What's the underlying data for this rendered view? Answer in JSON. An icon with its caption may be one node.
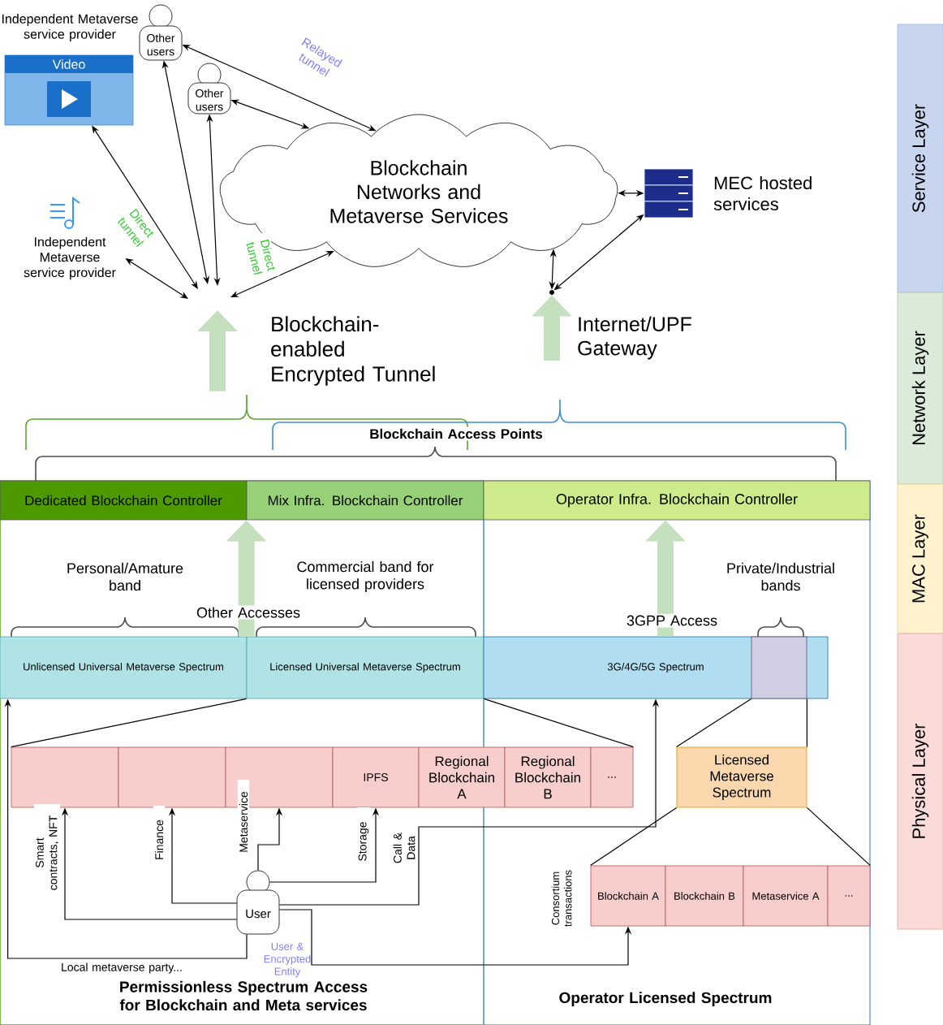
{
  "diagram": {
    "nodes": [
      {
        "text": [
          "Independent Metaverse service provider",
          "Video"
        ]
      },
      {
        "text": [
          "Other users"
        ]
      },
      {
        "text": [
          "Other users"
        ]
      },
      {
        "text": [
          "Blockchain Networks and Metaverse Services"
        ]
      },
      {
        "text": [
          "MEC hosted services"
        ]
      },
      {
        "text": [
          "Independent Metaverse service provider"
        ]
      },
      {
        "text": [
          "Blockchain-enabled Encrypted Tunnel"
        ]
      },
      {
        "text": [
          "Internet/UPF Gateway"
        ]
      },
      {
        "text": [
          "Permissionless Spectrum Access for Blockchain and Meta services"
        ]
      },
      {
        "text": [
          "Operator Licensed Spectrum"
        ]
      },
      {
        "text": [
          "Dedicated Blockchain Controller"
        ],
        "in": 8
      },
      {
        "text": [
          "Mix Infra. Blockchain Controller"
        ],
        "in": 8
      },
      {
        "text": [
          "Operator Infra. Blockchain Controller"
        ],
        "in": 9
      },
      {
        "text": [
          "Unlicensed Universal Metaverse Spectrum"
        ],
        "in": 8
      },
      {
        "text": [
          "Licensed Universal Metaverse Spectrum"
        ],
        "in": 8
      },
      {
        "text": [
          "3G/4G/5G Spectrum"
        ],
        "in": 9
      },
      {
        "text": [],
        "shape": "box",
        "in": 15
      },
      {
        "text": [],
        "shape": "box",
        "in": 8
      },
      {
        "text": [],
        "shape": "box",
        "in": 8
      },
      {
        "text": [],
        "shape": "box",
        "in": 8
      },
      {
        "text": [
          "IPFS"
        ],
        "in": 8
      },
      {
        "text": [
          "Regional Blockchain A"
        ]
      },
      {
        "text": [
          "Regional Blockchain B"
        ],
        "in": 9
      },
      {
        "text": [
          "..."
        ],
        "in": 9
      },
      {
        "text": [
          "Licensed Metaverse Spectrum"
        ],
        "in": 9
      },
      {
        "text": [
          "Blockchain A"
        ],
        "in": 9
      },
      {
        "text": [
          "Blockchain B"
        ],
        "in": 9
      },
      {
        "text": [
          "Metaservice A"
        ],
        "in": 9
      },
      {
        "text": [
          "..."
        ],
        "in": 9
      },
      {
        "text": [
          "User"
        ],
        "in": 8,
        "beside": [
          "User & Encrypted Entity"
        ]
      },
      {
        "text": [
          "Service Layer"
        ]
      },
      {
        "text": [
          "Network Layer"
        ]
      },
      {
        "text": [
          "MAC Layer"
        ]
      },
      {
        "text": [
          "Physical Layer"
        ]
      },
      {
        "text": [],
        "shape": "dot"
      }
    ],
    "edges": [
      {
        "from": null,
        "to": 0,
        "arrow": "both",
        "label": "Direct tunnel"
      },
      {
        "from": null,
        "to": 1,
        "arrow": "both"
      },
      {
        "from": null,
        "to": 2,
        "arrow": "both"
      },
      {
        "from": null,
        "to": 5,
        "arrow": "both"
      },
      {
        "from": null,
        "to": 3,
        "arrow": "both",
        "label": "Direct tunnel"
      },
      {
        "from": 1,
        "to": 3,
        "arrow": "both",
        "label": "Relayed tunnel"
      },
      {
        "from": 2,
        "to": 3,
        "arrow": "both"
      },
      {
        "from": 3,
        "to": 4,
        "arrow": "both"
      },
      {
        "from": 3,
        "to": 34,
        "arrow": "both"
      },
      {
        "from": 4,
        "to": 34,
        "arrow": "both"
      },
      {
        "from": 14,
        "to": 17,
        "arrow": "none"
      },
      {
        "from": 14,
        "to": 23,
        "arrow": "none"
      },
      {
        "from": 16,
        "to": 24,
        "arrow": "none"
      },
      {
        "from": 16,
        "to": 24,
        "arrow": "none"
      },
      {
        "from": 24,
        "to": 25,
        "arrow": "none"
      },
      {
        "from": 24,
        "to": 28,
        "arrow": "none"
      },
      {
        "from": 29,
        "to": 17,
        "arrow": "to",
        "label": "Smart contracts, NFT"
      },
      {
        "from": 29,
        "to": 18,
        "arrow": "to",
        "label": "Finance"
      },
      {
        "from": 29,
        "to": 19,
        "arrow": "to",
        "label": "Metaservice"
      },
      {
        "from": 29,
        "to": 20,
        "arrow": "to",
        "label": "Storage"
      },
      {
        "from": 29,
        "to": 15,
        "arrow": "to",
        "label": "Call & Data"
      },
      {
        "from": 29,
        "to": 25,
        "arrow": "to",
        "label": "Consortium transactions"
      },
      {
        "from": 29,
        "to": 13,
        "arrow": "to",
        "label": "Local metaverse party..."
      },
      {
        "from": 6,
        "to": null,
        "arrow": "to",
        "style": "thick",
        "color": "#c5e0be"
      },
      {
        "from": 7,
        "to": 34,
        "arrow": "to",
        "style": "thick",
        "color": "#c5e0be"
      },
      {
        "from": 14,
        "to": 11,
        "arrow": "to",
        "style": "thick",
        "color": "#c5e0be",
        "label": "Other Accesses"
      },
      {
        "from": 15,
        "to": 12,
        "arrow": "to",
        "style": "thick",
        "color": "#c5e0be",
        "label": "3GPP Access"
      }
    ],
    "labels": [
      "Blockchain Access Points",
      "Personal/Amature band",
      "Commercial band for licensed providers",
      "Private/Industrial bands"
    ]
  }
}
